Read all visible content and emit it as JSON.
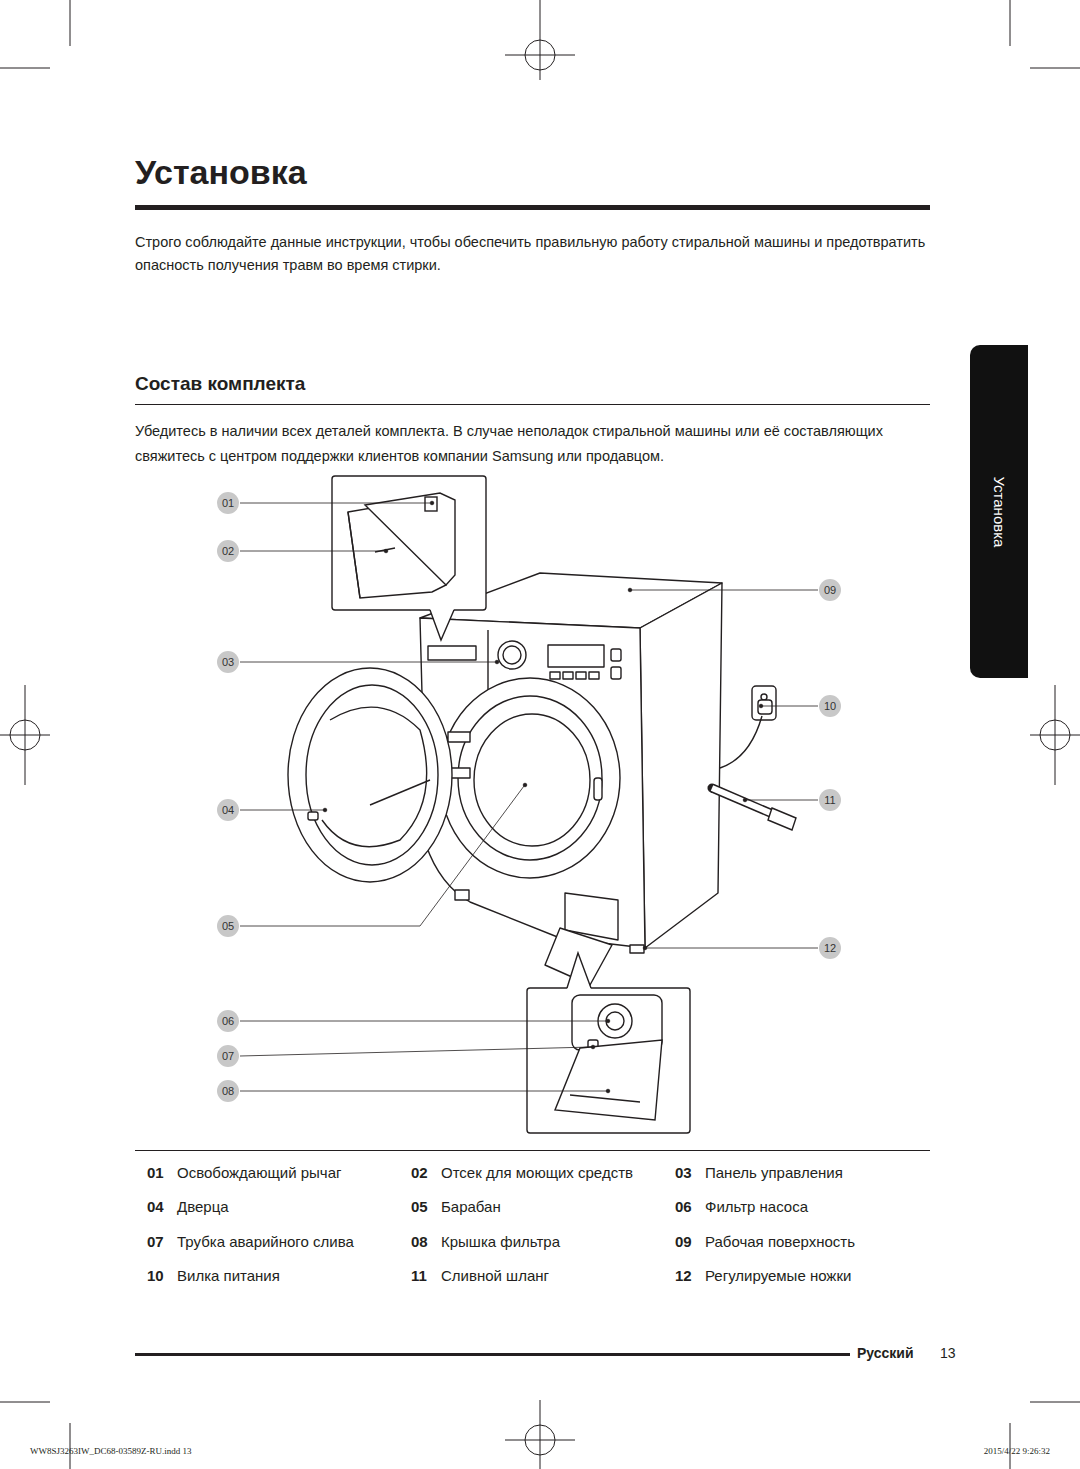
{
  "diagram": {
    "title": "Установка",
    "nodes": [
      {
        "text": [
          "Установка"
        ]
      },
      {
        "text": [
          "01"
        ]
      },
      {
        "text": [
          "02"
        ]
      },
      {
        "text": [
          "03"
        ]
      },
      {
        "text": [
          "04"
        ]
      },
      {
        "text": [
          "05"
        ]
      },
      {
        "text": [
          "06"
        ]
      },
      {
        "text": [
          "07"
        ]
      },
      {
        "text": [
          "08"
        ]
      },
      {
        "text": [
          "09"
        ]
      },
      {
        "text": [
          "10"
        ]
      },
      {
        "text": [
          "11"
        ]
      },
      {
        "text": [
          "12"
        ]
      }
    ],
    "labels": [
      "Строго соблюдайте данные инструкции, чтобы обеспечить правильную работу стиральной машины и предотвратить опасность получения травм во время стирки.",
      "Состав комплекта",
      "Убедитесь в наличии всех деталей комплекта. В случае неполадок стиральной машины или её составляющих свяжитесь с центром поддержки клиентов компании Samsung или продавцом.",
      "01",
      "Освобождающий рычаг",
      "02",
      "Отсек для моющих средств",
      "03",
      "Панель управления",
      "04",
      "Дверца",
      "05",
      "Барабан",
      "06",
      "Фильтр насоса",
      "07",
      "Трубка аварийного слива",
      "08",
      "Крышка фильтра",
      "09",
      "Рабочая поверхность",
      "10",
      "Вилка питания",
      "11",
      "Сливной шланг",
      "12",
      "Регулируемые ножки",
      "Русский",
      "13",
      "WW8SJ3263IW_DC68-03589Z-RU.indd 13",
      "2015/4/22 9:26:32"
    ]
  }
}
